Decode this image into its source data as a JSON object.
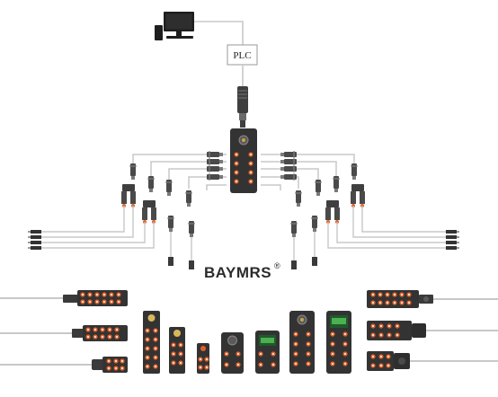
{
  "plc": {
    "label": "PLC"
  },
  "brand": {
    "name": "BAYMRS",
    "mark": "®"
  },
  "colors": {
    "cable": "#c8c8c8",
    "module_body": "#3a3a3a",
    "port": "#e0612a",
    "connector": "#4a4a4a",
    "accent_green": "#4caf50"
  },
  "icons": [
    "computer-icon",
    "plc-box",
    "hub-module",
    "connector-plug"
  ]
}
